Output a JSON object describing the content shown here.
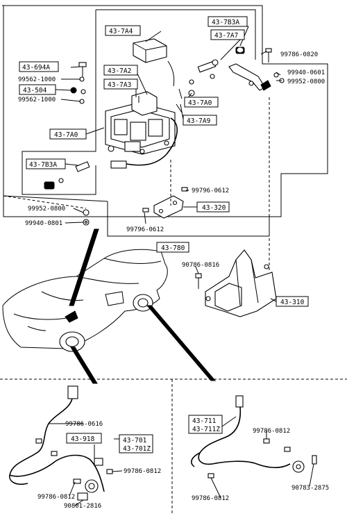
{
  "labels": {
    "p_43_7A4": "43-7A4",
    "p_43_7B3A_top": "43-7B3A",
    "p_43_7A7": "43-7A7",
    "p_99786_0820": "99786-0820",
    "p_43_694A": "43-694A",
    "p_43_7A2": "43-7A2",
    "p_43_7A3": "43-7A3",
    "p_99940_0601_a": "99940-0601",
    "p_99952_0800_a": "99952-0800",
    "p_99562_1000_a": "99562-1000",
    "p_43_504": "43-504",
    "p_99562_1000_b": "99562-1000",
    "p_43_7A0_right": "43-7A0",
    "p_43_7A9": "43-7A9",
    "p_43_7A0_left": "43-7A0",
    "p_43_7B3A_left": "43-7B3A",
    "p_99796_0612_a": "99796-0612",
    "p_43_320": "43-320",
    "p_99952_0800_b": "99952-0800",
    "p_99940_0801": "99940-0801",
    "p_99796_0612_b": "99796-0612",
    "p_43_780": "43-780",
    "p_90786_0816": "90786-0816",
    "p_43_310": "43-310",
    "p_99786_0616": "99786-0616",
    "p_43_918": "43-918",
    "p_43_701": "43-701",
    "p_43_701Z": "43-701Z",
    "p_99786_0812_a": "99786-0812",
    "p_99786_0812_b": "99786-0812",
    "p_90801_2816": "90801-2816",
    "p_43_711": "43-711",
    "p_43_711Z": "43-711Z",
    "p_99786_0812_c": "99786-0812",
    "p_99786_0812_d": "99786-0812",
    "p_90783_2875": "90783-2875"
  }
}
